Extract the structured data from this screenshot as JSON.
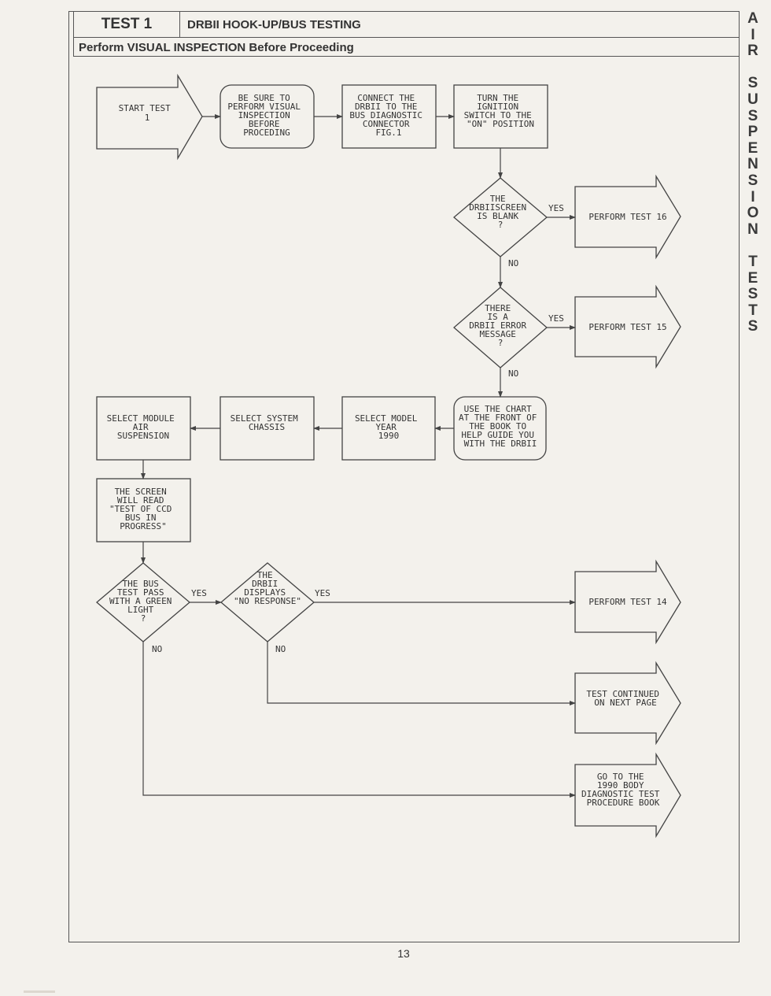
{
  "header": {
    "test_label": "TEST 1",
    "title": "DRBII HOOK-UP/BUS TESTING",
    "subtitle": "Perform VISUAL INSPECTION Before Proceeding"
  },
  "side_tab": {
    "letters": [
      "A",
      "I",
      "R",
      "",
      "S",
      "U",
      "S",
      "P",
      "E",
      "N",
      "S",
      "I",
      "O",
      "N",
      "",
      "T",
      "E",
      "S",
      "T",
      "S"
    ]
  },
  "page_number": "13",
  "flow": {
    "start": [
      "START TEST",
      "1"
    ],
    "visual": [
      "BE SURE TO",
      "PERFORM VISUAL",
      "INSPECTION",
      "BEFORE",
      "PROCEDING"
    ],
    "connect": [
      "CONNECT THE",
      "DRBII TO THE",
      "BUS DIAGNOSTIC",
      "CONNECTOR",
      "FIG.1"
    ],
    "ignition": [
      "TURN THE",
      "IGNITION",
      "SWITCH TO THE",
      "\"ON\" POSITION"
    ],
    "blank_q": [
      "THE",
      "DRBIISCREEN",
      "IS BLANK",
      "?"
    ],
    "test16": [
      "PERFORM TEST 16"
    ],
    "error_q": [
      "THERE",
      "IS A",
      "DRBII ERROR",
      "MESSAGE",
      "?"
    ],
    "test15": [
      "PERFORM TEST 15"
    ],
    "chart": [
      "USE THE CHART",
      "AT THE FRONT OF",
      "THE BOOK TO",
      "HELP GUIDE YOU",
      "WITH THE DRBII"
    ],
    "year": [
      "SELECT MODEL",
      "YEAR",
      "1990"
    ],
    "system": [
      "SELECT SYSTEM",
      "CHASSIS"
    ],
    "module": [
      "SELECT MODULE",
      "AIR",
      "SUSPENSION"
    ],
    "screen": [
      "THE SCREEN",
      "WILL READ",
      "\"TEST OF CCD",
      "BUS IN",
      "PROGRESS\""
    ],
    "bus_q": [
      "THE BUS",
      "TEST PASS",
      "WITH A GREEN",
      "LIGHT",
      "?"
    ],
    "noresp_q": [
      "THE",
      "DRBII",
      "DISPLAYS",
      "\"NO RESPONSE\""
    ],
    "test14": [
      "PERFORM TEST 14"
    ],
    "continued": [
      "TEST CONTINUED",
      "ON NEXT PAGE"
    ],
    "goto": [
      "GO TO THE",
      "1990 BODY",
      "DIAGNOSTIC TEST",
      "PROCEDURE BOOK"
    ],
    "yes": "YES",
    "no": "NO"
  }
}
